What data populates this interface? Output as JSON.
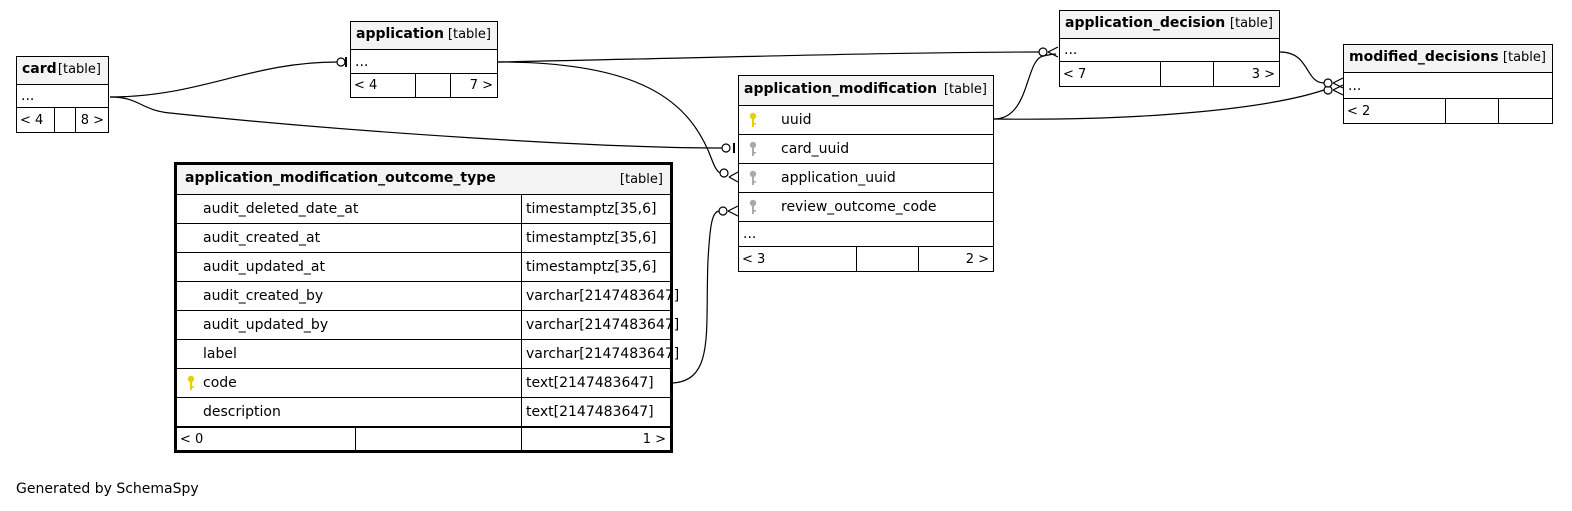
{
  "tables": {
    "card": {
      "name": "card",
      "kind": "[table]",
      "more": "...",
      "prev": "< 4",
      "next": "8 >"
    },
    "application": {
      "name": "application",
      "kind": "[table]",
      "more": "...",
      "prev": "< 4",
      "next": "7 >"
    },
    "application_decision": {
      "name": "application_decision",
      "kind": "[table]",
      "more": "...",
      "prev": "< 7",
      "next": "3 >"
    },
    "modified_decisions": {
      "name": "modified_decisions",
      "kind": "[table]",
      "more": "...",
      "prev": "< 2",
      "next": ""
    },
    "application_modification": {
      "name": "application_modification",
      "kind": "[table]",
      "columns": [
        "uuid",
        "card_uuid",
        "application_uuid",
        "review_outcome_code"
      ],
      "more": "...",
      "prev": "< 3",
      "next": "2 >"
    },
    "outcome_type": {
      "name": "application_modification_outcome_type",
      "kind": "[table]",
      "columns": [
        {
          "name": "audit_deleted_date_at",
          "type": "timestamptz[35,6]"
        },
        {
          "name": "audit_created_at",
          "type": "timestamptz[35,6]"
        },
        {
          "name": "audit_updated_at",
          "type": "timestamptz[35,6]"
        },
        {
          "name": "audit_created_by",
          "type": "varchar[2147483647]"
        },
        {
          "name": "audit_updated_by",
          "type": "varchar[2147483647]"
        },
        {
          "name": "label",
          "type": "varchar[2147483647]"
        },
        {
          "name": "code",
          "type": "text[2147483647]"
        },
        {
          "name": "description",
          "type": "text[2147483647]"
        }
      ],
      "prev": "< 0",
      "next": "1 >"
    }
  },
  "footer": "Generated by SchemaSpy",
  "colors": {
    "primary_key": "#e8d000",
    "foreign_key": "#aaaaaa",
    "header_bg": "#f4f4f4"
  }
}
